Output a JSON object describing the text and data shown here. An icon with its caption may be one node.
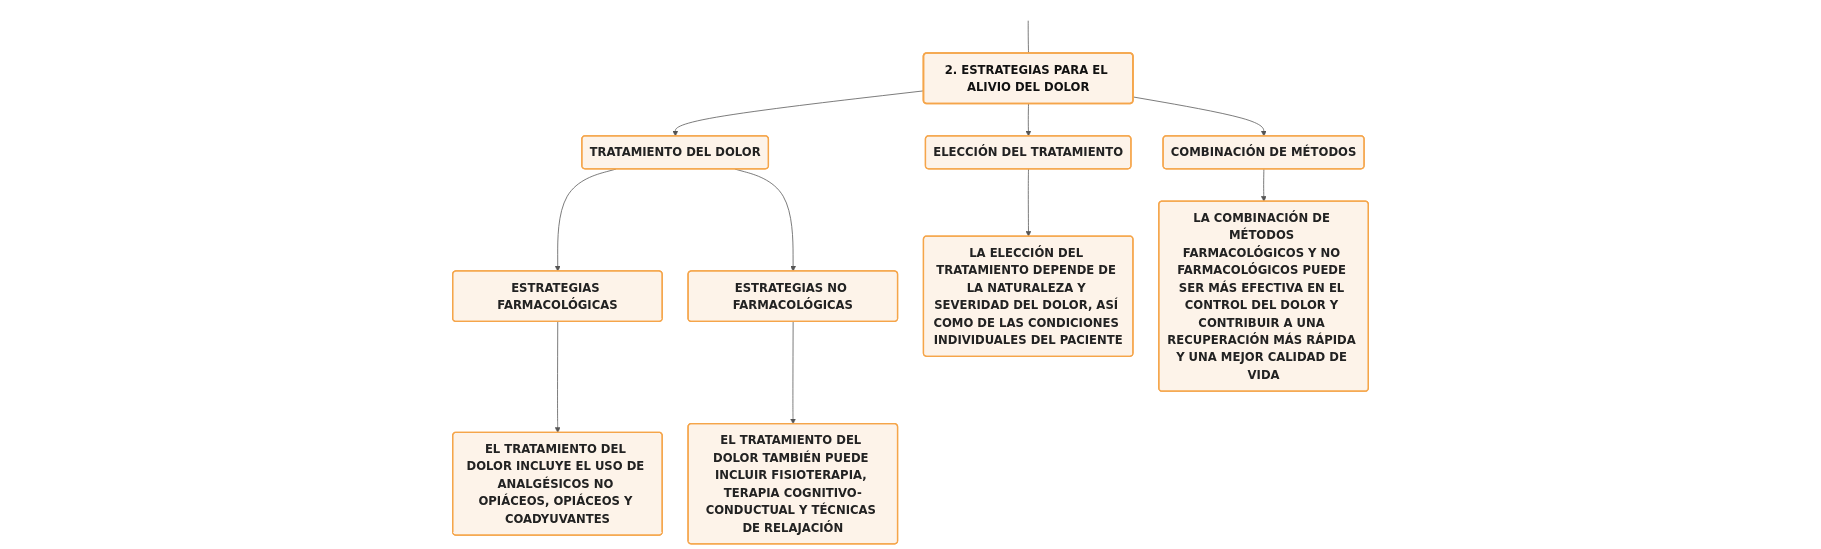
{
  "diagram": {
    "nodes": [
      {
        "text": [
          "2. ESTRATEGIAS PARA EL ALIVIO DEL DOLOR"
        ]
      },
      {
        "text": [
          "TRATAMIENTO DEL DOLOR"
        ]
      },
      {
        "text": [
          "ELECCIÓN DEL TRATAMIENTO"
        ]
      },
      {
        "text": [
          "COMBINACIÓN DE MÉTODOS"
        ]
      },
      {
        "text": [
          "ESTRATEGIAS FARMACOLÓGICAS"
        ]
      },
      {
        "text": [
          "ESTRATEGIAS NO FARMACOLÓGICAS"
        ]
      },
      {
        "text": [
          "EL TRATAMIENTO DEL DOLOR INCLUYE EL USO DE ANALGÉSICOS NO OPIÁCEOS, OPIÁCEOS Y COADYUVANTES"
        ]
      },
      {
        "text": [
          "EL TRATAMIENTO DEL DOLOR TAMBIÉN PUEDE INCLUIR FISIOTERAPIA, TERAPIA COGNITIVO-CONDUCTUAL Y TÉCNICAS DE RELAJACIÓN"
        ]
      },
      {
        "text": [
          "LA ELECCIÓN DEL TRATAMIENTO DEPENDE DE LA NATURALEZA Y SEVERIDAD DEL DOLOR, ASÍ COMO DE LAS CONDICIONES INDIVIDUALES DEL PACIENTE"
        ]
      },
      {
        "text": [
          "LA COMBINACIÓN DE MÉTODOS FARMACOLÓGICOS Y NO FARMACOLÓGICOS PUEDE SER MÁS EFECTIVA EN EL CONTROL DEL DOLOR Y CONTRIBUIR A UNA RECUPERACIÓN MÁS RÁPIDA Y UNA MEJOR CALIDAD DE VIDA"
        ]
      }
    ],
    "edges": [
      {
        "from": null,
        "to": 0,
        "arrow": "none"
      },
      {
        "from": 0,
        "to": 1,
        "arrow": "to"
      },
      {
        "from": 0,
        "to": 2,
        "arrow": "to"
      },
      {
        "from": 0,
        "to": 3,
        "arrow": "to"
      },
      {
        "from": 1,
        "to": 4,
        "arrow": "to"
      },
      {
        "from": 1,
        "to": 5,
        "arrow": "to"
      },
      {
        "from": 4,
        "to": 6,
        "arrow": "to"
      },
      {
        "from": 5,
        "to": 7,
        "arrow": "to"
      },
      {
        "from": 2,
        "to": 8,
        "arrow": "to"
      },
      {
        "from": 3,
        "to": 9,
        "arrow": "to"
      }
    ]
  }
}
